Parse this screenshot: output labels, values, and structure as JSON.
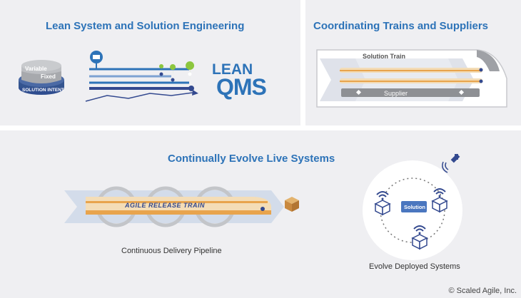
{
  "panels": {
    "lean": {
      "title": "Lean System and Solution Engineering",
      "cylinder": {
        "top_label": "Variable",
        "mid_label": "Fixed",
        "base_label": "SOLUTION INTENT"
      },
      "logo": {
        "line1": "LEAN",
        "line2": "QMS"
      }
    },
    "coordinating": {
      "title": "Coordinating Trains and Suppliers",
      "train_label": "Solution Train",
      "supplier_label": "Supplier"
    },
    "evolve": {
      "title": "Continually Evolve Live Systems",
      "art_label": "AGILE RELEASE TRAIN",
      "pipeline_caption": "Continuous Delivery Pipeline",
      "solution_label": "Solution",
      "deployed_caption": "Evolve Deployed Systems"
    }
  },
  "footer": {
    "copyright": "© Scaled Agile, Inc."
  },
  "colors": {
    "title_blue": "#2d73b8",
    "panel_bg": "#efeff2",
    "navy": "#33498f",
    "train_orange": "#e8a44d",
    "pin_green": "#8cc63e"
  }
}
